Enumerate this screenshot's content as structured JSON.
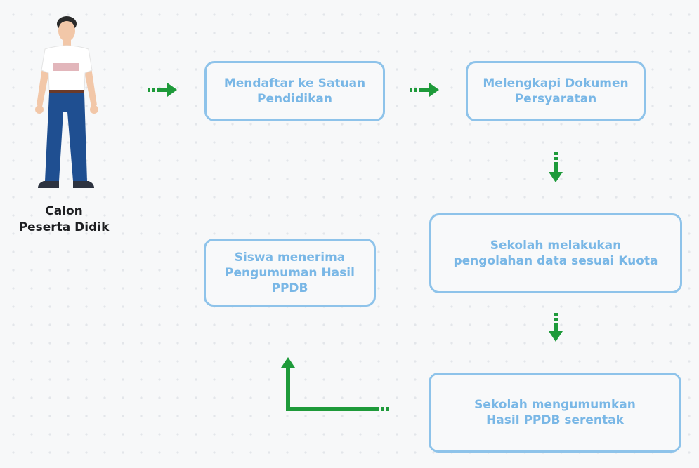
{
  "actor": {
    "label": "Calon\nPeserta Didik",
    "icon": "student-person-icon"
  },
  "steps": [
    {
      "id": "b1",
      "label": "Mendaftar ke Satuan\nPendidikan"
    },
    {
      "id": "b2",
      "label": "Melengkapi Dokumen\nPersyaratan"
    },
    {
      "id": "b3",
      "label": "Sekolah melakukan\npengolahan data sesuai Kuota"
    },
    {
      "id": "b4",
      "label": "Siswa menerima\nPengumuman Hasil\nPPDB"
    },
    {
      "id": "b5",
      "label": "Sekolah mengumumkan\nHasil PPDB serentak"
    }
  ],
  "colors": {
    "box_border": "#8ec3ea",
    "box_text": "#79b7e6",
    "arrow": "#1e9a3a",
    "shirt": "#ffffff",
    "pants": "#1f4f91",
    "skin": "#f2c7a8",
    "hair": "#2a2a2a"
  }
}
